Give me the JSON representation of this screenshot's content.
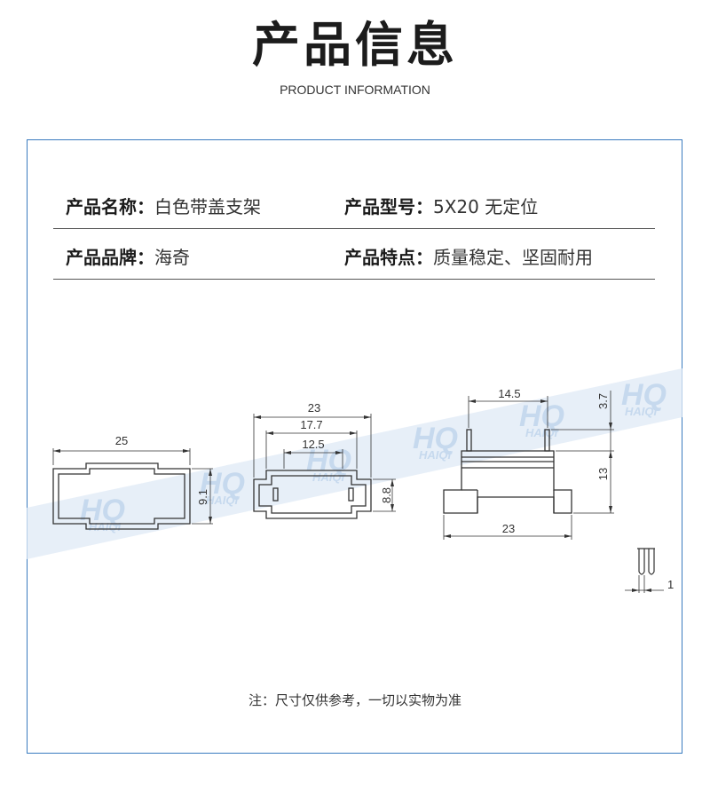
{
  "header": {
    "title": "产品信息",
    "subtitle": "PRODUCT INFORMATION"
  },
  "specs": [
    {
      "label": "产品名称：",
      "value": "白色带盖支架"
    },
    {
      "label": "产品型号：",
      "value": "5X20 无定位"
    },
    {
      "label": "产品品牌：",
      "value": "海奇"
    },
    {
      "label": "产品特点：",
      "value": "质量稳定、坚固耐用"
    }
  ],
  "drawing": {
    "dim_top_width": "25",
    "dim_top_height": "9.1",
    "dim_mid_total": "23",
    "dim_mid_inner": "17.7",
    "dim_mid_slot": "12.5",
    "dim_mid_height": "8.8",
    "dim_side_pin_span": "14.5",
    "dim_side_pin_height": "3.7",
    "dim_side_height": "13",
    "dim_side_base": "23",
    "dim_pin_thickness": "1",
    "watermark_logo": "HQ",
    "watermark_text": "HAIQI",
    "watermark_color": "#cfe0f2",
    "line_color": "#333333",
    "panel_border_color": "#3a7bbf"
  },
  "note": "注：尺寸仅供参考，一切以实物为准"
}
